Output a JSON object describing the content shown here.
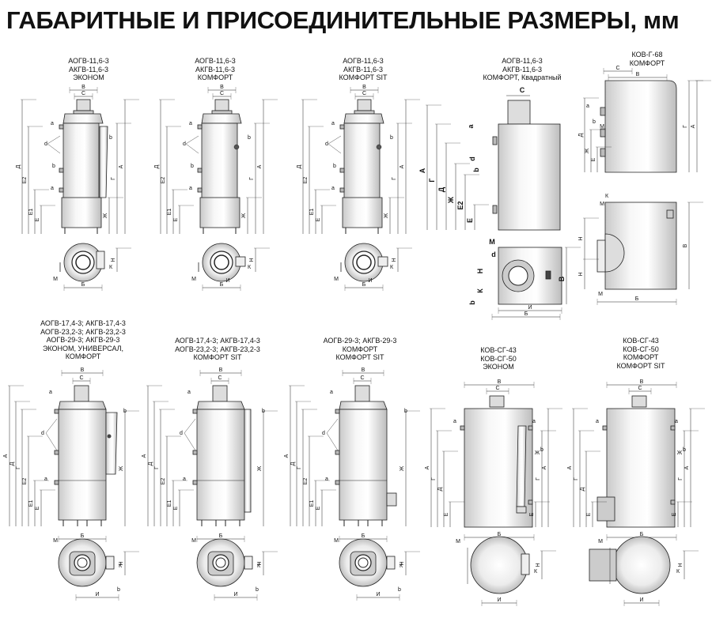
{
  "page": {
    "title": "ГАБАРИТНЫЕ И ПРИСОЕДИНИТЕЛЬНЫЕ РАЗМЕРЫ, мм"
  },
  "captions": {
    "top1": [
      "АОГВ-11,6-3",
      "АКГВ-11,6-3",
      "ЭКОНОМ"
    ],
    "top2": [
      "АОГВ-11,6-3",
      "АКГВ-11,6-3",
      "КОМФОРТ"
    ],
    "top3": [
      "АОГВ-11,6-3",
      "АКГВ-11,6-3",
      "КОМФОРТ SIT"
    ],
    "top4": [
      "АОГВ-11,6-3",
      "АКГВ-11,6-3",
      "КОМФОРТ, Квадратный"
    ],
    "top5": [
      "КОВ-Г-68",
      "КОМФОРТ"
    ],
    "bot1": [
      "АОГВ-17,4-3; АКГВ-17,4-3",
      "АОГВ-23,2-3; АКГВ-23,2-3",
      "АОГВ-29-3; АКГВ-29-3",
      "ЭКОНОМ, УНИВЕРСАЛ,",
      "КОМФОРТ"
    ],
    "bot2": [
      "АОГВ-17,4-3; АКГВ-17,4-3",
      "АОГВ-23,2-3; АКГВ-23,2-3",
      "КОМФОРТ SIT"
    ],
    "bot3": [
      "АОГВ-29-3; АКГВ-29-3",
      "КОМФОРТ",
      "КОМФОРТ SIT"
    ],
    "bot4": [
      "КОВ-СГ-43",
      "КОВ-СГ-50",
      "ЭКОНОМ"
    ],
    "bot5": [
      "КОВ-СГ-43",
      "КОВ-СГ-50",
      "КОМФОРТ",
      "КОМФОРТ SIT"
    ]
  },
  "dimension_letters": {
    "A": "А",
    "B": "Б",
    "V": "В",
    "G": "Г",
    "D": "Д",
    "E": "Е",
    "E1": "Е1",
    "E2": "Е2",
    "Zh": "Ж",
    "I": "И",
    "K": "К",
    "M": "М",
    "N": "Н",
    "S": "С",
    "a": "а",
    "b": "b",
    "d": "d"
  }
}
